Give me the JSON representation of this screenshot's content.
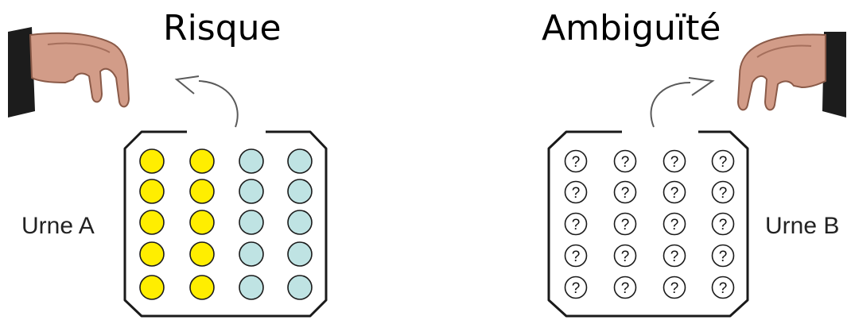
{
  "headings": {
    "left": "Risque",
    "right": "Ambiguïté"
  },
  "urns": {
    "left": {
      "label": "Urne A",
      "columns": [
        "yellow",
        "yellow",
        "blue",
        "blue"
      ],
      "rows": 5
    },
    "right": {
      "label": "Urne B",
      "columns": [
        "unknown",
        "unknown",
        "unknown",
        "unknown"
      ],
      "rows": 5,
      "ball_symbol": "?"
    }
  },
  "colors": {
    "yellow": "#ffee00",
    "blue": "#bfe3e3",
    "unknown": "#ffffff",
    "outline": "#1a1a1a",
    "sleeve": "#1c1c1c",
    "skin": "#d39a86"
  },
  "icons": {
    "hand_left": "hand-reaching-icon",
    "hand_right": "hand-reaching-icon",
    "arrow_left": "curved-arrow-icon",
    "arrow_right": "curved-arrow-icon"
  }
}
